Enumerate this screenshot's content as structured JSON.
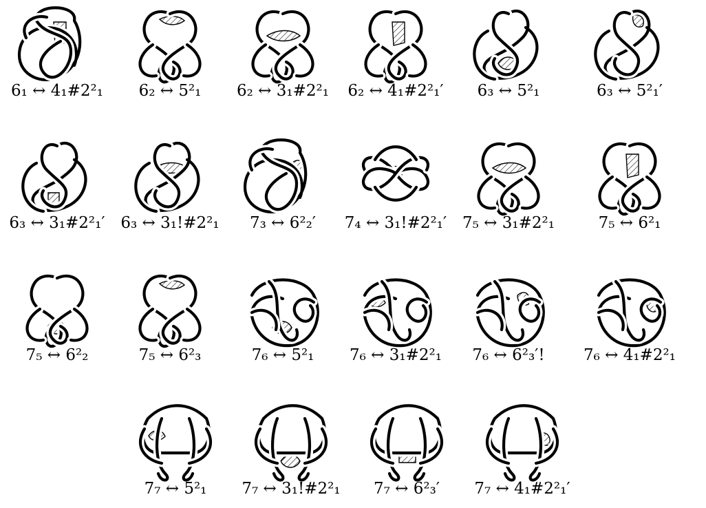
{
  "colors": {
    "ink": "#000000",
    "background": "#ffffff",
    "hatch": "#000000"
  },
  "figures": [
    {
      "label": "6₁ ↔ 4₁#2²₁",
      "shape": "a",
      "hatch": "a"
    },
    {
      "label": "6₂ ↔ 5²₁",
      "shape": "b",
      "hatch": "b"
    },
    {
      "label": "6₂ ↔ 3₁#2²₁",
      "shape": "b",
      "hatch": "c"
    },
    {
      "label": "6₂ ↔ 4₁#2²₁′",
      "shape": "b",
      "hatch": "a"
    },
    {
      "label": "6₃ ↔ 5²₁",
      "shape": "c",
      "hatch": "d"
    },
    {
      "label": "6₃ ↔ 5²₁′",
      "shape": "c",
      "hatch": "e"
    },
    {
      "label": "6₃ ↔ 3₁#2²₁′",
      "shape": "c",
      "hatch": "f"
    },
    {
      "label": "6₃ ↔ 3₁!#2²₁",
      "shape": "c",
      "hatch": "c"
    },
    {
      "label": "7₃ ↔ 6²₂′",
      "shape": "a",
      "hatch": "g"
    },
    {
      "label": "7₄ ↔ 3₁!#2²₁′",
      "shape": "d",
      "hatch": "h"
    },
    {
      "label": "7₅ ↔ 3₁#2²₁",
      "shape": "b",
      "hatch": "c"
    },
    {
      "label": "7₅ ↔ 6²₁",
      "shape": "b",
      "hatch": "a"
    },
    {
      "label": "7₅ ↔ 6²₂",
      "shape": "b",
      "hatch": "d"
    },
    {
      "label": "7₅ ↔ 6²₃",
      "shape": "b",
      "hatch": "b"
    },
    {
      "label": "7₆ ↔ 5²₁",
      "shape": "e",
      "hatch": "d"
    },
    {
      "label": "7₆ ↔ 3₁#2²₁",
      "shape": "e",
      "hatch": "i"
    },
    {
      "label": "7₆ ↔ 6²₃′!",
      "shape": "e",
      "hatch": "g"
    },
    {
      "label": "7₆ ↔ 4₁#2²₁",
      "shape": "e",
      "hatch": "j"
    },
    {
      "label": "7₇ ↔ 5²₁",
      "shape": "f",
      "hatch": "i"
    },
    {
      "label": "7₇ ↔ 3₁!#2²₁",
      "shape": "f",
      "hatch": "d"
    },
    {
      "label": "7₇ ↔ 6²₃′",
      "shape": "f",
      "hatch": "k"
    },
    {
      "label": "7₇ ↔ 4₁#2²₁′",
      "shape": "f",
      "hatch": "j"
    }
  ]
}
